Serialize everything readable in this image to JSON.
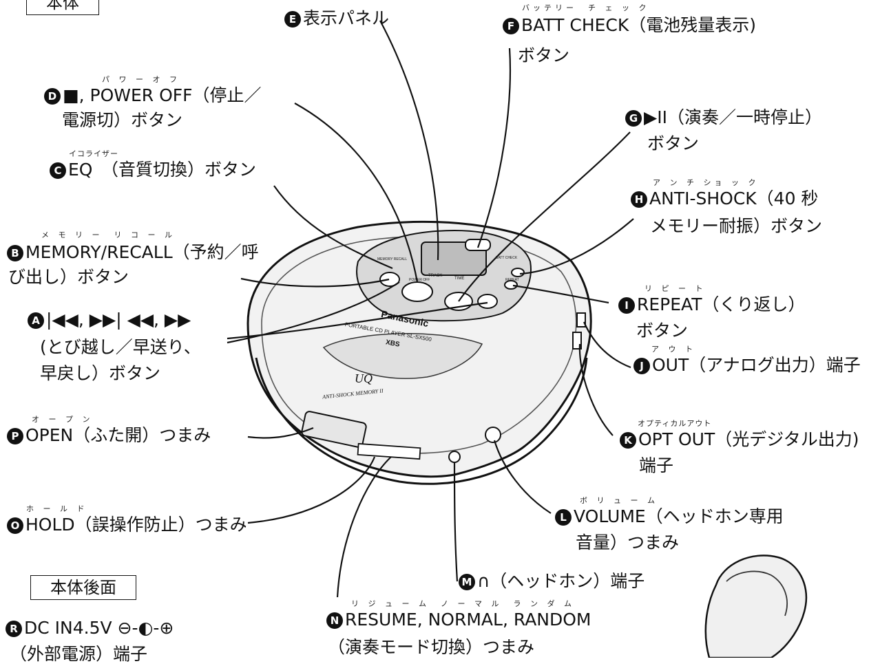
{
  "sections": {
    "main_unit": "本体",
    "rear": "本体後面"
  },
  "device": {
    "brand": "Panasonic",
    "model_line": "PORTABLE CD PLAYER SL-SX500",
    "xbs": "XBS",
    "logo": "UQ",
    "anti_shock": "ANTI-SHOCK MEMORY II",
    "panel_track": "TRACK",
    "panel_time": "TIME",
    "panel_power_off": "POWER OFF",
    "panel_batt": "BATT CHECK",
    "panel_repeat": "REPEAT",
    "panel_memory": "MEMORY RECALL"
  },
  "labels": {
    "A": {
      "badge": "A",
      "text": "|◀◀, ▶▶| ◀◀, ▶▶",
      "lines": [
        "(とび越し／早送り、",
        "早戻し）ボタン"
      ]
    },
    "B": {
      "badge": "B",
      "ruby": "メ モ リ ー　リ コ ー ル",
      "text": "MEMORY/RECALL（予約／呼",
      "lines": [
        "び出し）ボタン"
      ]
    },
    "C": {
      "badge": "C",
      "ruby": "イコライザー",
      "text": "EQ　（音質切換）ボタン"
    },
    "D": {
      "badge": "D",
      "ruby": "パ ワ ー オ フ",
      "text": "■, POWER OFF（停止／",
      "lines": [
        "電源切）ボタン"
      ]
    },
    "E": {
      "badge": "E",
      "text": "表示パネル"
    },
    "F": {
      "badge": "F",
      "ruby": "バッテリー　チ ェ ッ ク",
      "text": "BATT CHECK（電池残量表示)",
      "lines": [
        "ボタン"
      ]
    },
    "G": {
      "badge": "G",
      "text": "▶II（演奏／一時停止）",
      "lines": [
        "ボタン"
      ]
    },
    "H": {
      "badge": "H",
      "ruby": "ア ン チ ショ ッ ク",
      "text": "ANTI-SHOCK（40 秒",
      "lines": [
        "メモリー耐振）ボタン"
      ]
    },
    "I": {
      "badge": "I",
      "ruby": "リ ピ ー ト",
      "text": "REPEAT（くり返し）",
      "lines": [
        "ボタン"
      ]
    },
    "J": {
      "badge": "J",
      "ruby": "ア ウ ト",
      "text": "OUT（アナログ出力）端子"
    },
    "K": {
      "badge": "K",
      "ruby": "オプティカルアウト",
      "text": "OPT OUT（光デジタル出力)",
      "lines": [
        "端子"
      ]
    },
    "L": {
      "badge": "L",
      "ruby": "ボ リ ュ ー ム",
      "text": "VOLUME（ヘッドホン専用",
      "lines": [
        "音量）つまみ"
      ]
    },
    "M": {
      "badge": "M",
      "text": "∩（ヘッドホン）端子"
    },
    "N": {
      "badge": "N",
      "ruby": "リ ジ ュ ー ム　ノ ー マ ル　ラ ン ダ ム",
      "text": "RESUME, NORMAL, RANDOM",
      "lines": [
        "（演奏モード切換）つまみ"
      ]
    },
    "O": {
      "badge": "O",
      "ruby": "ホ ー ル ド",
      "text": "HOLD（誤操作防止）つまみ"
    },
    "P": {
      "badge": "P",
      "ruby": "オ ー プ ン",
      "text": "OPEN（ふた開）つまみ"
    },
    "R": {
      "badge": "R",
      "text": "DC IN4.5V ⊖-◐-⊕",
      "lines": [
        "（外部電源）端子"
      ]
    }
  }
}
